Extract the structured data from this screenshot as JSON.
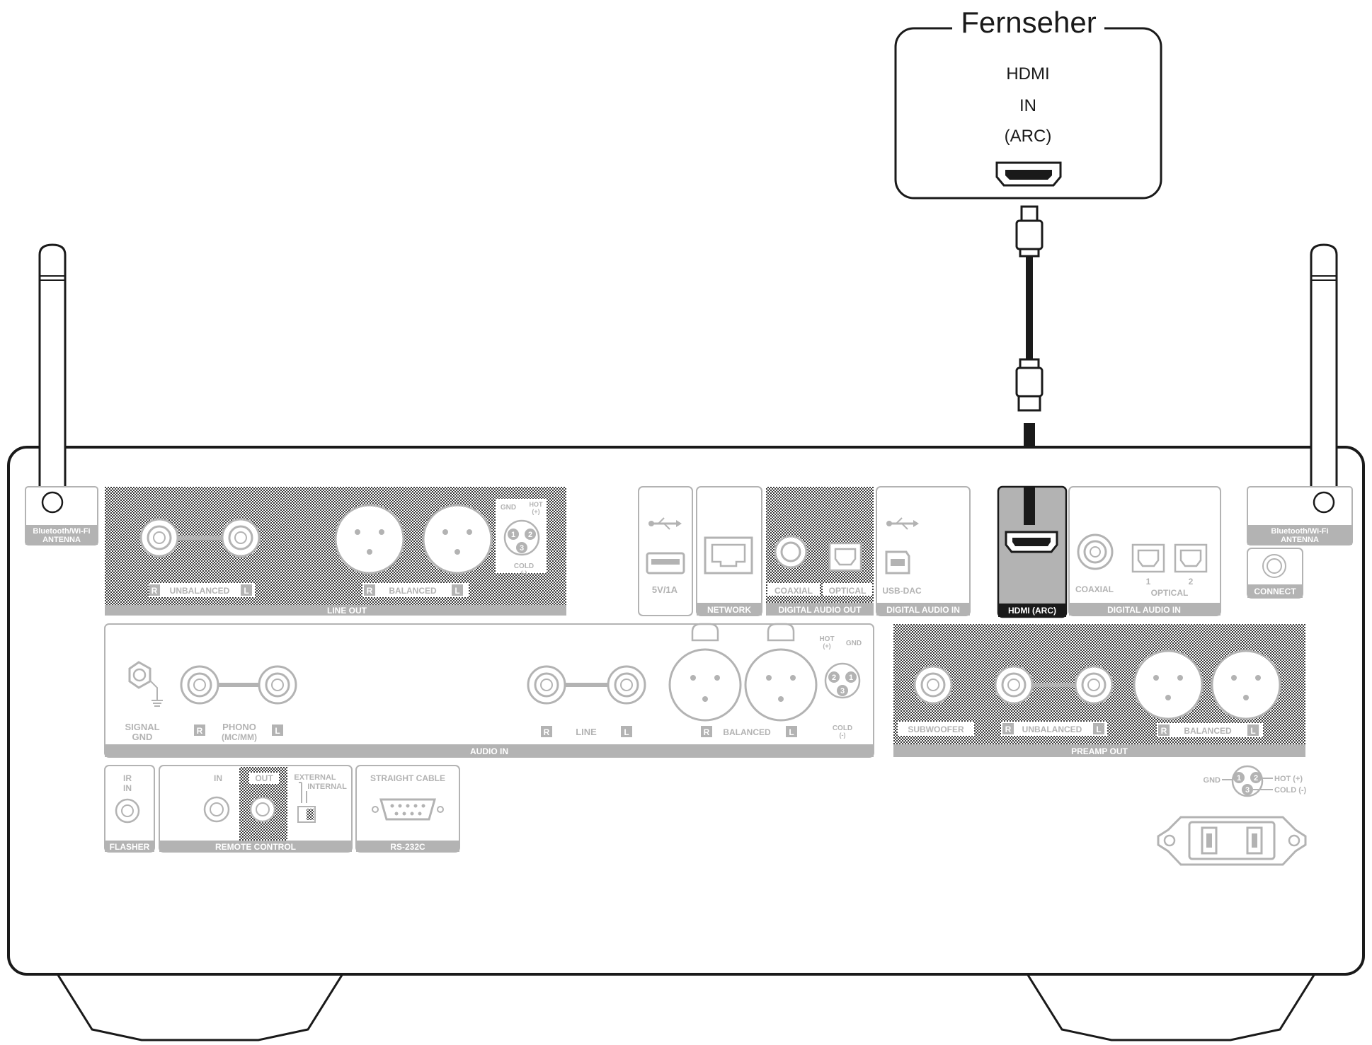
{
  "tv": {
    "title": "Fernseher",
    "port_line1": "HDMI",
    "port_line2": "IN",
    "port_line3": "(ARC)"
  },
  "antenna_left": {
    "line1": "Bluetooth/Wi-Fi",
    "line2": "ANTENNA"
  },
  "antenna_right": {
    "line1": "Bluetooth/Wi-Fi",
    "line2": "ANTENNA"
  },
  "connect": {
    "label": "CONNECT"
  },
  "line_out": {
    "title": "LINE OUT",
    "r": "R",
    "unbalanced": "UNBALANCED",
    "l": "L",
    "r2": "R",
    "balanced": "BALANCED",
    "l2": "L",
    "gnd": "GND",
    "hot": "HOT",
    "hot_plus": "(+)",
    "cold": "COLD",
    "cold_minus": "(-)",
    "pin1": "1",
    "pin2": "2",
    "pin3": "3"
  },
  "usb_port": {
    "label": "5V/1A"
  },
  "network": {
    "label": "NETWORK"
  },
  "digital_audio_out": {
    "title": "DIGITAL AUDIO OUT",
    "coaxial": "COAXIAL",
    "optical": "OPTICAL"
  },
  "usb_dac": {
    "label": "USB-DAC",
    "title": "DIGITAL AUDIO IN"
  },
  "hdmi_arc": {
    "title": "HDMI (ARC)"
  },
  "digital_audio_in": {
    "title": "DIGITAL AUDIO IN",
    "coaxial": "COAXIAL",
    "n1": "1",
    "n2": "2",
    "optical": "OPTICAL"
  },
  "audio_in": {
    "title": "AUDIO IN",
    "signal": "SIGNAL",
    "gnd": "GND",
    "r": "R",
    "phono": "PHONO",
    "mcmm": "(MC/MM)",
    "l": "L",
    "r2": "R",
    "line": "LINE",
    "l2": "L",
    "r3": "R",
    "balanced": "BALANCED",
    "l3": "L",
    "hot": "HOT",
    "hot_plus": "(+)",
    "gnd2": "GND",
    "cold": "COLD",
    "cold_minus": "(-)",
    "pin1": "1",
    "pin2": "2",
    "pin3": "3"
  },
  "preamp_out": {
    "title": "PREAMP OUT",
    "subwoofer": "SUBWOOFER",
    "r": "R",
    "unbalanced": "UNBALANCED",
    "l": "L",
    "r2": "R",
    "balanced": "BALANCED",
    "l2": "L"
  },
  "flasher": {
    "ir": "IR",
    "in": "IN",
    "title": "FLASHER"
  },
  "remote_control": {
    "in": "IN",
    "out": "OUT",
    "external": "EXTERNAL",
    "internal": "INTERNAL",
    "title": "REMOTE CONTROL"
  },
  "rs232c": {
    "straight": "STRAIGHT CABLE",
    "title": "RS-232C"
  },
  "xlr_legend": {
    "gnd": "GND",
    "hot": "HOT (+)",
    "cold": "COLD (-)",
    "pin1": "1",
    "pin2": "2",
    "pin3": "3"
  }
}
